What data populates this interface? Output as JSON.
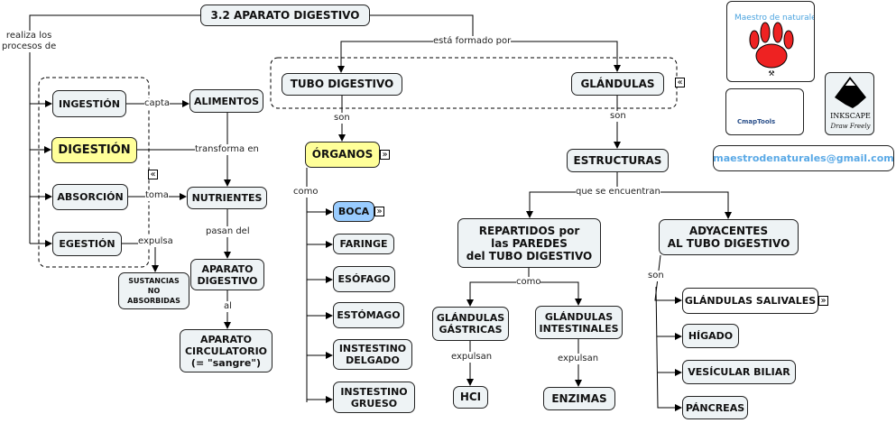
{
  "title": "3.2 APARATO DIGESTIVO",
  "links": {
    "realiza": "realiza los\nprocesos de",
    "formado": "está formado por",
    "capta": "capta",
    "transforma": "transforma en",
    "toma": "toma",
    "expulsa": "expulsa",
    "pasan": "pasan del",
    "al": "al",
    "son1": "son",
    "son2": "son",
    "como1": "como",
    "encuentran": "que se encuentran",
    "como2": "como",
    "expulsan1": "expulsan",
    "expulsan2": "expulsan",
    "son3": "son"
  },
  "nodes": {
    "ingestion": "INGESTIÓN",
    "digestion": "DIGESTIÓN",
    "absorcion": "ABSORCIÓN",
    "egestion": "EGESTIÓN",
    "alimentos": "ALIMENTOS",
    "nutrientes": "NUTRIENTES",
    "aparato_dig": "APARATO\nDIGESTIVO",
    "sustancias": "SUSTANCIAS\nNO\nABSORBIDAS",
    "circulatorio": "APARATO\nCIRCULATORIO\n(= \"sangre\")",
    "tubo": "TUBO DIGESTIVO",
    "glandulas": "GLÁNDULAS",
    "organos": "ÓRGANOS",
    "boca": "BOCA",
    "faringe": "FARINGE",
    "esofago": "ESÓFAGO",
    "estomago": "ESTÓMAGO",
    "delgado": "INSTESTINO\nDELGADO",
    "grueso": "INSTESTINO\nGRUESO",
    "estructuras": "ESTRUCTURAS",
    "repartidos": "REPARTIDOS por\nlas PAREDES\ndel TUBO DIGESTIVO",
    "adyacentes": "ADYACENTES\nAL TUBO DIGESTIVO",
    "gastricas": "GLÁNDULAS\nGÁSTRICAS",
    "intestinales": "GLÁNDULAS\nINTESTINALES",
    "hcl": "HCI",
    "enzimas": "ENZIMAS",
    "salivales": "GLÁNDULAS SALIVALES",
    "higado": "HÍGADO",
    "vesicula": "VESÍCULAR BILIAR",
    "pancreas": "PÁNCREAS"
  },
  "logos": {
    "maestro": "Maestro de naturales",
    "cmap": "CmapTools",
    "inkscape": "INKSCAPE",
    "inkscape_sub": "Draw Freely"
  },
  "email": "maestrodenaturales@gmail.com",
  "colors": {
    "node": "#eef3f5",
    "highlight": "#ffff99",
    "blue": "#99ccff",
    "email": "#5aa9e6"
  }
}
